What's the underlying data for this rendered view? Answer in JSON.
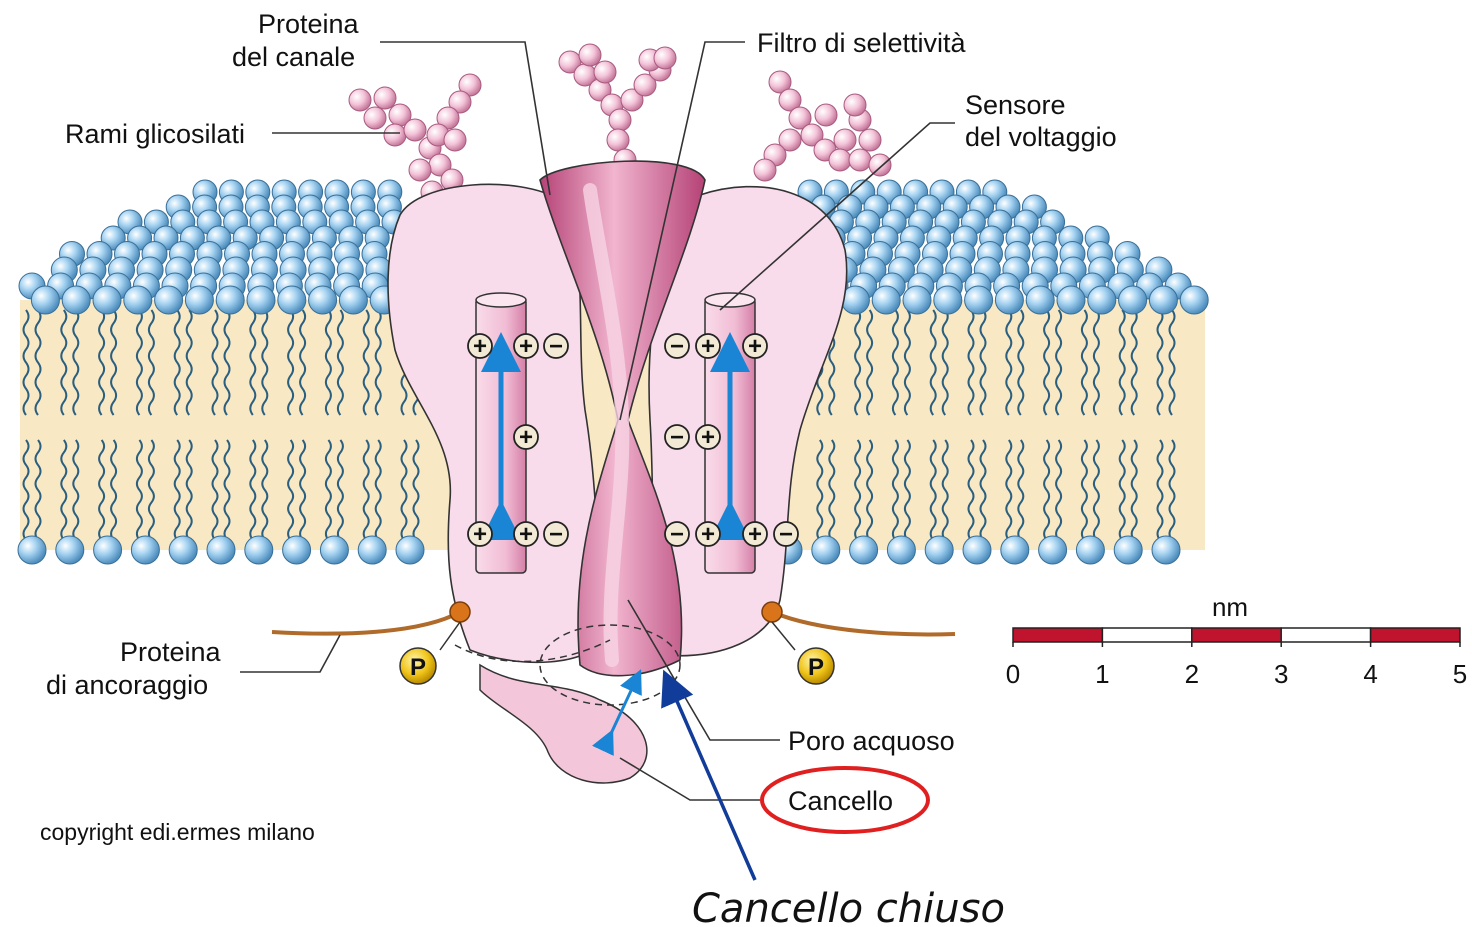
{
  "labels": {
    "proteina_del_canale_l1": "Proteina",
    "proteina_del_canale_l2": "del canale",
    "rami_glicosilati": "Rami glicosilati",
    "filtro_selettivita": "Filtro di selettività",
    "sensore_l1": "Sensore",
    "sensore_l2": "del voltaggio",
    "ancoraggio_l1": "Proteina",
    "ancoraggio_l2": "di ancoraggio",
    "poro_acquoso": "Poro acquoso",
    "cancello": "Cancello",
    "cancello_chiuso": "Cancello chiuso",
    "copyright": "copyright edi.ermes milano"
  },
  "scale_bar": {
    "unit": "nm",
    "ticks": [
      "0",
      "1",
      "2",
      "3",
      "4",
      "5"
    ]
  },
  "phosphate_label": "P",
  "charges": {
    "plus": "+",
    "minus": "−"
  },
  "colors": {
    "lipid_head": "#8cc3e8",
    "membrane_core": "#f8e8c4",
    "protein_light": "#f7d7e6",
    "protein_dark": "#c2527f",
    "sugar": "#f0b8d0",
    "arrow": "#1a85d4",
    "scale_red": "#c0142e",
    "highlight_ring": "#e02020",
    "pointer_arrow": "#123c99",
    "phosphate": "#f0c419"
  }
}
